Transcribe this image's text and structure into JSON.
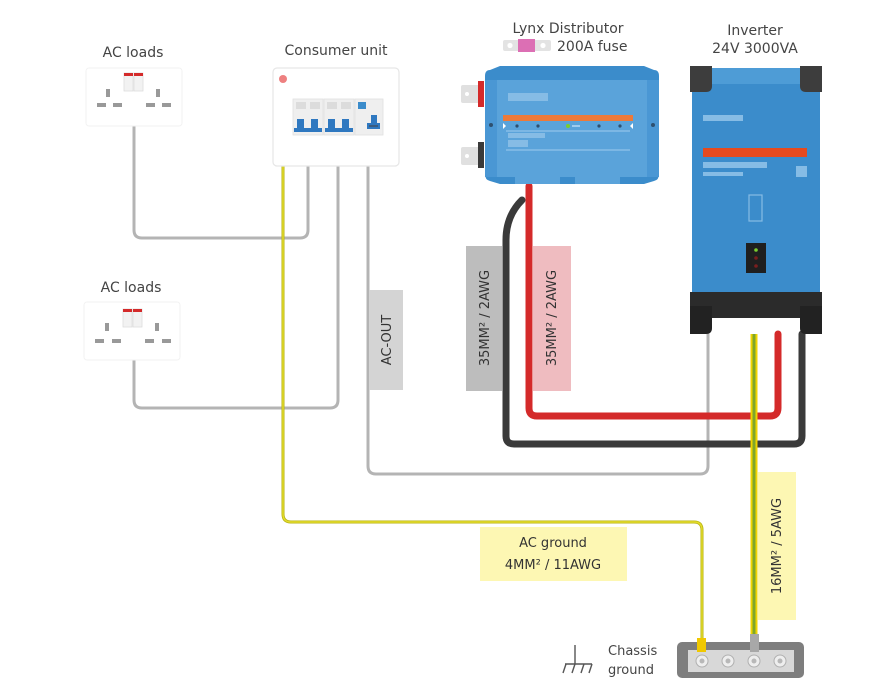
{
  "labels": {
    "ac_loads_top": "AC loads",
    "ac_loads_bottom": "AC loads",
    "consumer_unit": "Consumer unit",
    "lynx_title": "Lynx Distributor",
    "lynx_fuse": "200A fuse",
    "inverter_title": "Inverter",
    "inverter_spec": "24V 3000VA",
    "chassis_ground_line1": "Chassis",
    "chassis_ground_line2": "ground"
  },
  "cable_tags": {
    "ac_out": "AC-OUT",
    "negative_cable": "35MM² / 2AWG",
    "positive_cable": "35MM² / 2AWG",
    "ac_ground_title": "AC ground",
    "ac_ground_size": "4MM² / 11AWG",
    "inverter_ground": "16MM² / 5AWG"
  },
  "colors": {
    "ac_wire": "#b4b4b4",
    "negative_wire": "#3a3a3a",
    "positive_wire": "#d42a2a",
    "ground_wire": "#d6cf1a",
    "ground_stripe": "#7ea62a",
    "device_blue": "#3b8ccb",
    "device_blue_light": "#5aa3da",
    "accent_orange": "#ec7a3a",
    "inverter_red": "#e64a1e",
    "tag_grey": "#d4d4d4",
    "tag_dark_grey": "#bdbdbd",
    "tag_pink": "#efbcc0",
    "tag_yellow": "#fdf7b3",
    "fuse_pink": "#dc6fb4"
  }
}
